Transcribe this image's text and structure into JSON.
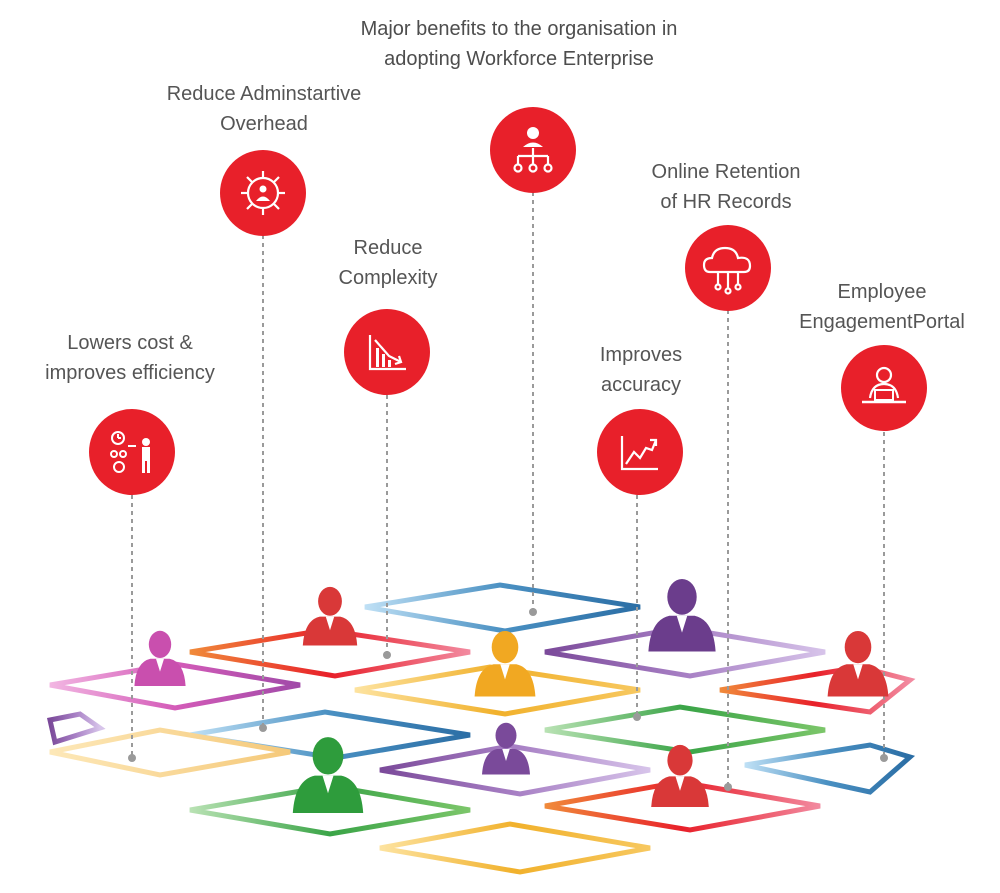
{
  "title": {
    "line1": "Major benefits to the organisation in",
    "line2": "adopting  Workforce Enterprise"
  },
  "benefits": [
    {
      "line1": "Lowers cost &",
      "line2": "improves efficiency",
      "icon": "cost-efficiency-icon"
    },
    {
      "line1": "Reduce Adminstartive",
      "line2": "Overhead",
      "icon": "gear-people-icon"
    },
    {
      "line1": "Reduce",
      "line2": "Complexity",
      "icon": "declining-chart-icon"
    },
    {
      "line1": "",
      "line2": "",
      "icon": "org-hierarchy-icon"
    },
    {
      "line1": "Improves",
      "line2": "accuracy",
      "icon": "rising-chart-icon"
    },
    {
      "line1": "Online Retention",
      "line2": "of HR Records",
      "icon": "cloud-network-icon"
    },
    {
      "line1": "Employee",
      "line2": "EngagementPortal",
      "icon": "person-laptop-icon"
    }
  ],
  "colors": {
    "accent": "#e8202a",
    "label": "#555555",
    "pink": "#d45bb8",
    "blue": "#4a90c2",
    "orange": "#f1b12c",
    "purple": "#7b4a9a",
    "red": "#e03a3a",
    "green": "#3aa447",
    "lightblue": "#9ec9ea"
  }
}
